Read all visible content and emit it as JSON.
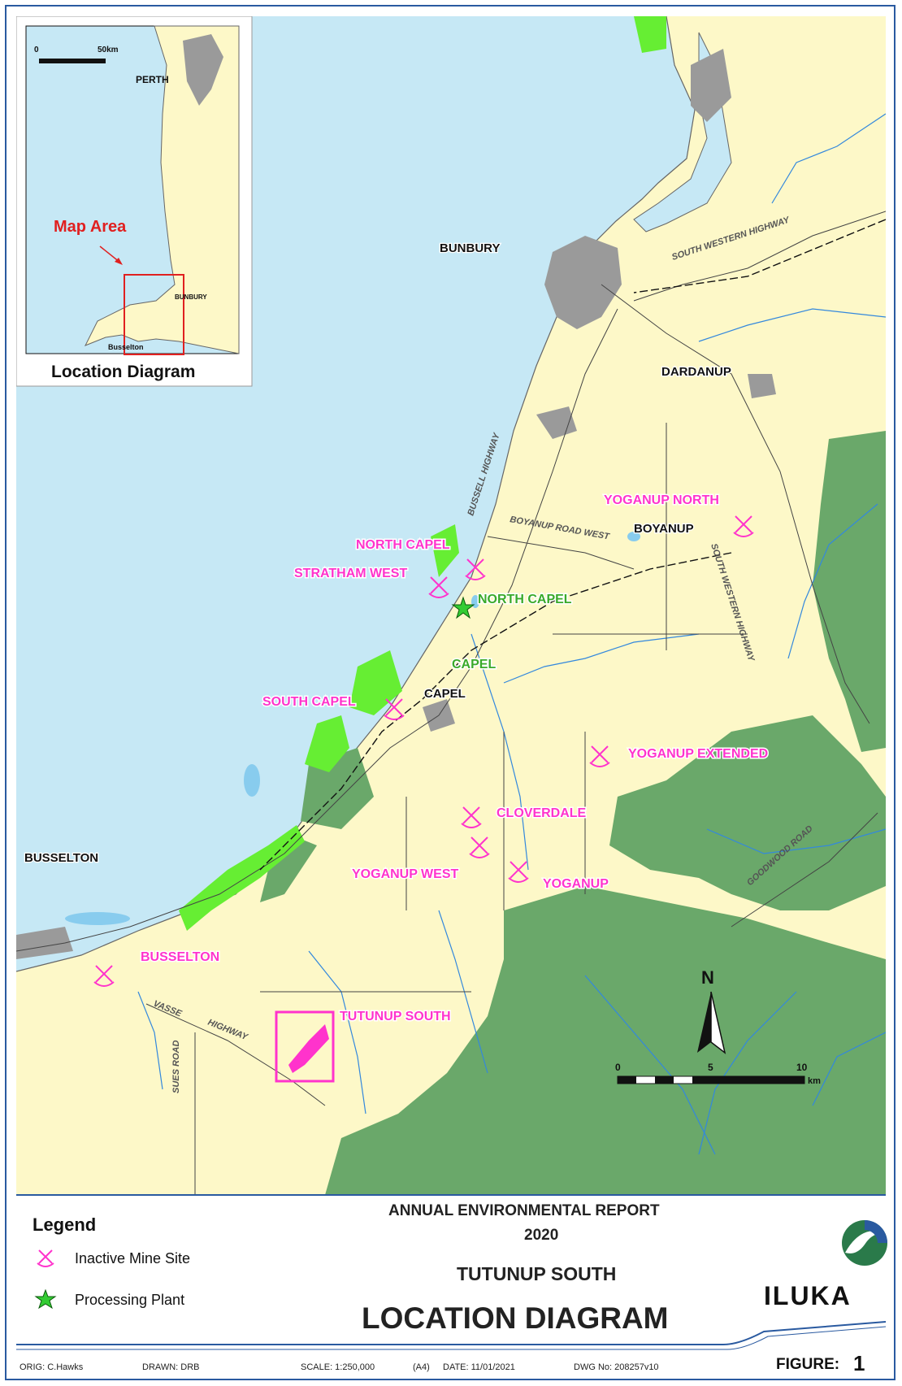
{
  "inset": {
    "scale_start": "0",
    "scale_end": "50km",
    "perth": "PERTH",
    "map_area": "Map Area",
    "bunbury": "BUNBURY",
    "busselton": "Busselton",
    "caption": "Location Diagram"
  },
  "towns": {
    "bunbury": "BUNBURY",
    "dardanup": "DARDANUP",
    "boyanup": "BOYANUP",
    "capel": "CAPEL",
    "busselton": "BUSSELTON"
  },
  "mine_sites": {
    "yoganup_north": "YOGANUP NORTH",
    "north_capel": "NORTH CAPEL",
    "stratham_west": "STRATHAM WEST",
    "south_capel": "SOUTH CAPEL",
    "yoganup_extended": "YOGANUP EXTENDED",
    "cloverdale": "CLOVERDALE",
    "yoganup_west": "YOGANUP WEST",
    "yoganup": "YOGANUP",
    "busselton": "BUSSELTON",
    "tutunup_south": "TUTUNUP SOUTH"
  },
  "plants": {
    "north_capel": "NORTH CAPEL",
    "capel": "CAPEL"
  },
  "roads": {
    "south_western_hwy_1": "SOUTH WESTERN HIGHWAY",
    "south_western_hwy_2": "SOUTH WESTERN HIGHWAY",
    "bussell_hwy": "BUSSELL HIGHWAY",
    "boyanup_road_west": "BOYANUP ROAD WEST",
    "goodwood_road": "GOODWOOD ROAD",
    "vasse": "VASSE",
    "highway": "HIGHWAY",
    "sues_road": "SUES ROAD"
  },
  "north": "N",
  "scalebar": {
    "t0": "0",
    "t5": "5",
    "t10": "10",
    "unit": "km"
  },
  "legend": {
    "title": "Legend",
    "inactive": "Inactive Mine Site",
    "plant": "Processing Plant"
  },
  "title": {
    "report": "ANNUAL ENVIRONMENTAL REPORT",
    "year": "2020",
    "site": "TUTUNUP SOUTH",
    "main": "LOCATION DIAGRAM"
  },
  "logo": "ILUKA",
  "footer": {
    "orig": "ORIG:  C.Hawks",
    "drawn": "DRAWN:  DRB",
    "scale": "SCALE: 1:250,000",
    "a4": "(A4)",
    "date": "DATE:  11/01/2021",
    "dwg": "DWG No:  208257v10",
    "figure_label": "FIGURE:",
    "figure_num": "1"
  },
  "colors": {
    "ocean": "#c6e8f5",
    "land": "#fdf8c8",
    "forest": "#6aa86a",
    "reserve": "#66ee33",
    "urban": "#9a9a9a",
    "mine": "#ff33cc",
    "river": "#3388dd"
  }
}
